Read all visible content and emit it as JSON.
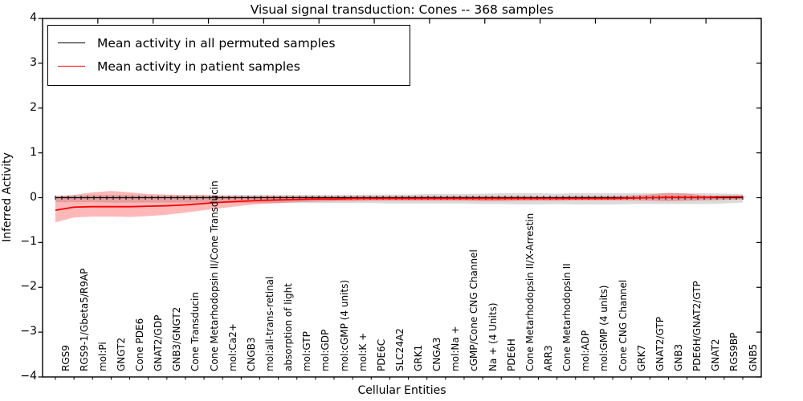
{
  "chart_data": {
    "type": "line",
    "title": "Visual signal transduction: Cones -- 368 samples",
    "xlabel": "Cellular Entities",
    "ylabel": "Inferred Activity",
    "ylim": [
      -4,
      4
    ],
    "yticks": [
      -4,
      -3,
      -2,
      -1,
      0,
      1,
      2,
      3,
      4
    ],
    "grid": false,
    "legend_position": "upper left",
    "categories": [
      "RGS9",
      "RGS9-1/Gbeta5/R9AP",
      "mol:Pi",
      "GNGT2",
      "Cone PDE6",
      "GNAT2/GDP",
      "GNB3/GNGT2",
      "Cone Transducin",
      "Cone Metarhodopsin II/Cone Transducin",
      "mol:Ca2+",
      "CNGB3",
      "mol:all-trans-retinal",
      "absorption of light",
      "mol:GTP",
      "mol:GDP",
      "mol:cGMP (4 units)",
      "mol:K +",
      "PDE6C",
      "SLC24A2",
      "GRK1",
      "CNGA3",
      "mol:Na +",
      "cGMP/Cone CNG Channel",
      "Na + (4 Units)",
      "PDE6H",
      "Cone Metarhodopsin II/X-Arrestin",
      "ARR3",
      "Cone Metarhodopsin II",
      "mol:ADP",
      "mol:GMP (4 units)",
      "Cone CNG Channel",
      "GRK7",
      "GNAT2/GTP",
      "GNB3",
      "PDE6H/GNAT2/GTP",
      "GNAT2",
      "RGS9BP",
      "GNB5"
    ],
    "series": [
      {
        "name": "Mean activity in all permuted samples",
        "color": "#000000",
        "band_color": "rgba(0,0,0,0.14)",
        "values": [
          0,
          0,
          0,
          0,
          0,
          0,
          0,
          0,
          0,
          0,
          0,
          0,
          0,
          0,
          0,
          0,
          0,
          0,
          0,
          0,
          0,
          0,
          0,
          0,
          0,
          0,
          0,
          0,
          0,
          0,
          0,
          0,
          0,
          0,
          0,
          0,
          0,
          0
        ],
        "band_upper": [
          0.05,
          0.05,
          0.06,
          0.06,
          0.06,
          0.05,
          0.05,
          0.05,
          0.05,
          0.05,
          0.06,
          0.06,
          0.06,
          0.06,
          0.06,
          0.06,
          0.06,
          0.07,
          0.07,
          0.07,
          0.08,
          0.08,
          0.08,
          0.09,
          0.1,
          0.1,
          0.1,
          0.09,
          0.1,
          0.1,
          0.1,
          0.1,
          0.1,
          0.1,
          0.1,
          0.1,
          0.09,
          0.08
        ],
        "band_lower": [
          -0.1,
          -0.1,
          -0.1,
          -0.11,
          -0.11,
          -0.11,
          -0.11,
          -0.11,
          -0.11,
          -0.11,
          -0.12,
          -0.12,
          -0.12,
          -0.12,
          -0.12,
          -0.12,
          -0.12,
          -0.12,
          -0.13,
          -0.13,
          -0.13,
          -0.13,
          -0.13,
          -0.14,
          -0.14,
          -0.15,
          -0.15,
          -0.14,
          -0.15,
          -0.15,
          -0.15,
          -0.14,
          -0.14,
          -0.14,
          -0.14,
          -0.14,
          -0.13,
          -0.11
        ]
      },
      {
        "name": "Mean activity in patient samples",
        "color": "#ff0000",
        "band_color": "rgba(255,0,0,0.28)",
        "values": [
          -0.28,
          -0.21,
          -0.2,
          -0.2,
          -0.2,
          -0.19,
          -0.18,
          -0.16,
          -0.13,
          -0.1,
          -0.08,
          -0.06,
          -0.05,
          -0.04,
          -0.03,
          -0.03,
          -0.02,
          -0.02,
          -0.02,
          -0.02,
          -0.02,
          -0.02,
          -0.02,
          -0.02,
          -0.02,
          -0.02,
          -0.02,
          -0.02,
          -0.02,
          -0.02,
          -0.02,
          -0.01,
          0.0,
          0.01,
          0.01,
          0.01,
          0.02,
          0.02
        ],
        "band_upper": [
          0.03,
          0.06,
          0.12,
          0.15,
          0.12,
          0.08,
          0.07,
          0.06,
          0.06,
          0.05,
          0.04,
          0.04,
          0.04,
          0.04,
          0.04,
          0.04,
          0.04,
          0.04,
          0.04,
          0.04,
          0.04,
          0.04,
          0.04,
          0.04,
          0.04,
          0.04,
          0.03,
          0.03,
          0.04,
          0.04,
          0.04,
          0.05,
          0.07,
          0.11,
          0.09,
          0.05,
          0.04,
          0.05
        ],
        "band_lower": [
          -0.55,
          -0.44,
          -0.42,
          -0.42,
          -0.43,
          -0.41,
          -0.38,
          -0.33,
          -0.28,
          -0.23,
          -0.18,
          -0.14,
          -0.12,
          -0.1,
          -0.09,
          -0.08,
          -0.08,
          -0.07,
          -0.07,
          -0.07,
          -0.07,
          -0.07,
          -0.07,
          -0.08,
          -0.08,
          -0.07,
          -0.07,
          -0.07,
          -0.06,
          -0.06,
          -0.06,
          -0.06,
          -0.07,
          -0.08,
          -0.07,
          -0.06,
          -0.05,
          -0.04
        ]
      }
    ]
  }
}
